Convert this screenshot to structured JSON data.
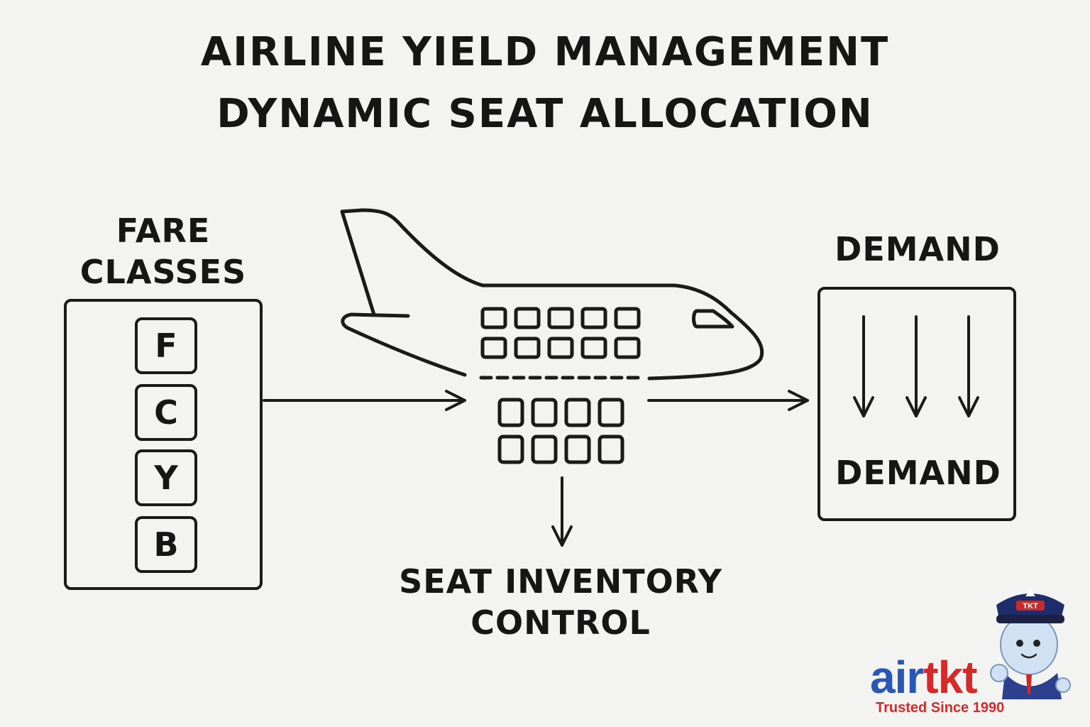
{
  "title": {
    "line1": "AIRLINE YIELD MANAGEMENT",
    "line2": "DYNAMIC SEAT ALLOCATION"
  },
  "fare_classes": {
    "label_line1": "FARE",
    "label_line2": "CLASSES",
    "items": [
      "F",
      "C",
      "Y",
      "B"
    ]
  },
  "demand": {
    "label_top": "DEMAND",
    "label_bottom": "DEMAND"
  },
  "seat_inventory": {
    "label_line1": "SEAT INVENTORY",
    "label_line2": "CONTROL"
  },
  "logo": {
    "air": "air",
    "tkt": "tkt",
    "badge": "TKT",
    "tagline": "Trusted Since 1990"
  },
  "colors": {
    "background": "#f3f3f2",
    "ink": "#1a1a1a",
    "logo_blue": "#2a56b5",
    "logo_red": "#d42a2a"
  }
}
